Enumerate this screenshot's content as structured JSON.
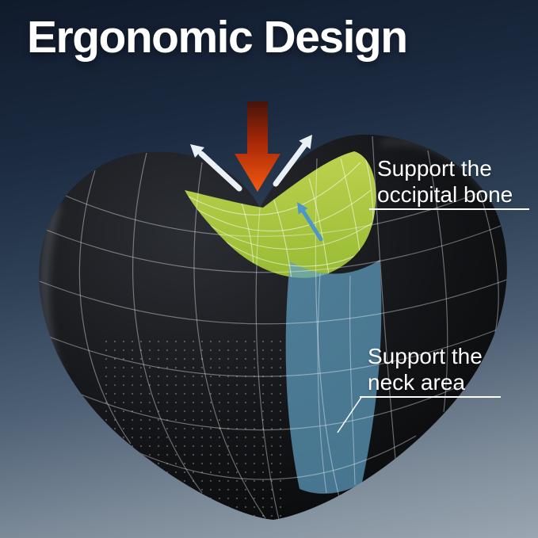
{
  "title": "Ergonomic Design",
  "labels": {
    "occipital": {
      "line1": "Support the",
      "line2": "occipital bone"
    },
    "neck": {
      "line1": "Support the",
      "line2": "neck area"
    }
  },
  "colors": {
    "background_top": "#101a2b",
    "background_bottom": "#9aa6b1",
    "pillow_highlight": "#2b2e34",
    "pillow_mid": "#141518",
    "pillow_dark": "#050607",
    "mesh_line": "rgba(255,255,255,0.38)",
    "zone_mesh_line": "rgba(255,255,255,0.6)",
    "occipital_zone_light": "#c6dc52",
    "occipital_zone": "#9cc233",
    "neck_zone": "#5f9fc2",
    "pressure_arrow_dark": "#3f130a",
    "pressure_arrow_mid": "#a72708",
    "pressure_arrow_bright": "#f75b10",
    "support_arrow_white": "#e9f1f7",
    "occipital_arrow_blue": "#4e96c8",
    "label_text": "#ffffff"
  }
}
